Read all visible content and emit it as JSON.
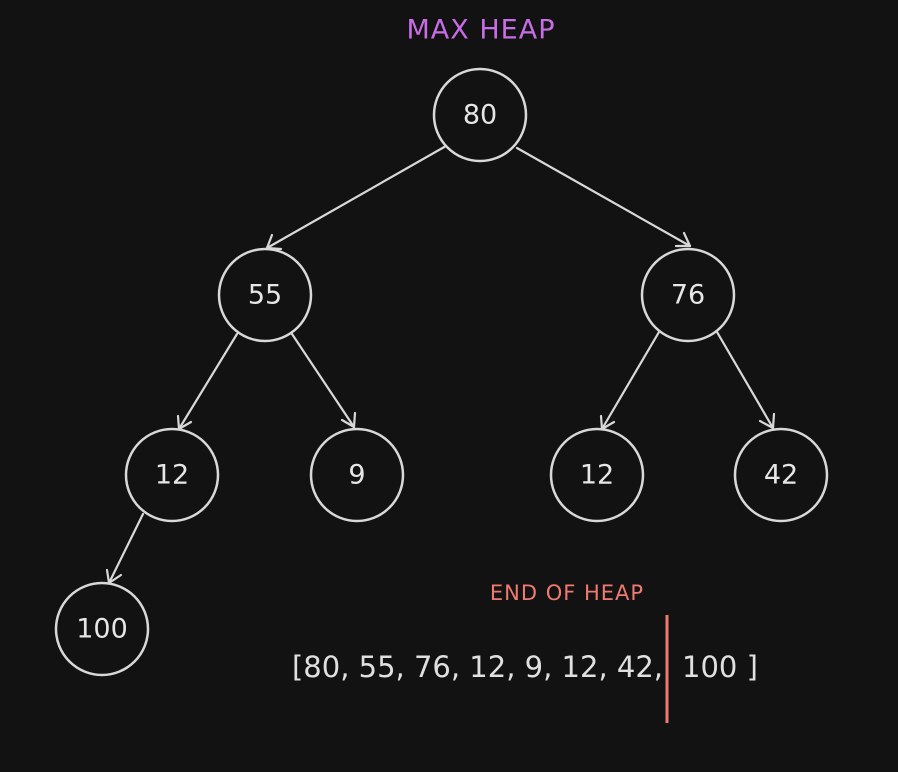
{
  "title": "MAX HEAP",
  "tree": {
    "nodes": [
      {
        "id": "n0",
        "label": "80"
      },
      {
        "id": "n1",
        "label": "55"
      },
      {
        "id": "n2",
        "label": "76"
      },
      {
        "id": "n3",
        "label": "12"
      },
      {
        "id": "n4",
        "label": "9"
      },
      {
        "id": "n5",
        "label": "12"
      },
      {
        "id": "n6",
        "label": "42"
      },
      {
        "id": "n7",
        "label": "100"
      }
    ],
    "edges": [
      {
        "from": "n0",
        "to": "n1"
      },
      {
        "from": "n0",
        "to": "n2"
      },
      {
        "from": "n1",
        "to": "n3"
      },
      {
        "from": "n1",
        "to": "n4"
      },
      {
        "from": "n2",
        "to": "n5"
      },
      {
        "from": "n2",
        "to": "n6"
      },
      {
        "from": "n3",
        "to": "n7"
      }
    ]
  },
  "array": {
    "heap_part": "[80, 55, 76, 12, 9, 12, 42,",
    "rest_part": "100 ]"
  },
  "end_marker_label": "END OF HEAP",
  "colors": {
    "background": "#121212",
    "stroke": "#d8d8d8",
    "title": "#c86de6",
    "end_marker": "#f07a72"
  }
}
